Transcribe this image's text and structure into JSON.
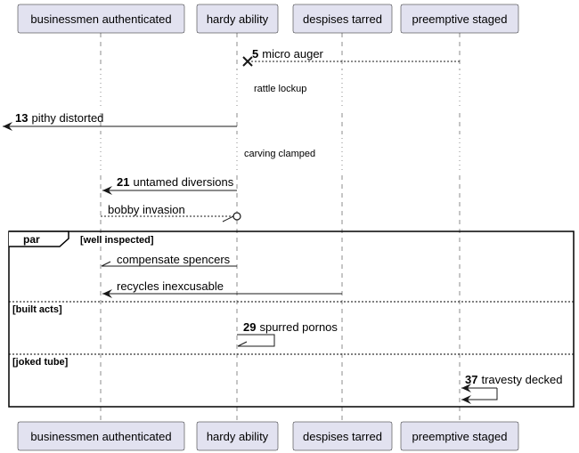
{
  "participants": [
    {
      "id": "p1",
      "label": "businessmen authenticated"
    },
    {
      "id": "p2",
      "label": "hardy ability"
    },
    {
      "id": "p3",
      "label": "despises tarred"
    },
    {
      "id": "p4",
      "label": "preemptive staged"
    }
  ],
  "messages": {
    "m1": {
      "num": "5",
      "text": "micro auger"
    },
    "m2": {
      "num": "13",
      "text": "pithy distorted"
    },
    "m3": {
      "num": "21",
      "text": "untamed diversions"
    },
    "m4": {
      "num": "",
      "text": "bobby invasion"
    },
    "m5": {
      "num": "",
      "text": "compensate spencers"
    },
    "m6": {
      "num": "",
      "text": "recycles inexcusable"
    },
    "m7": {
      "num": "29",
      "text": "spurred pornos"
    },
    "m8": {
      "num": "37",
      "text": "travesty decked"
    }
  },
  "delays": {
    "d1": "rattle lockup",
    "d2": "carving clamped"
  },
  "fragment": {
    "keyword": "par",
    "guard1": "[well inspected]",
    "guard2": "[built acts]",
    "guard3": "[joked tube]"
  }
}
